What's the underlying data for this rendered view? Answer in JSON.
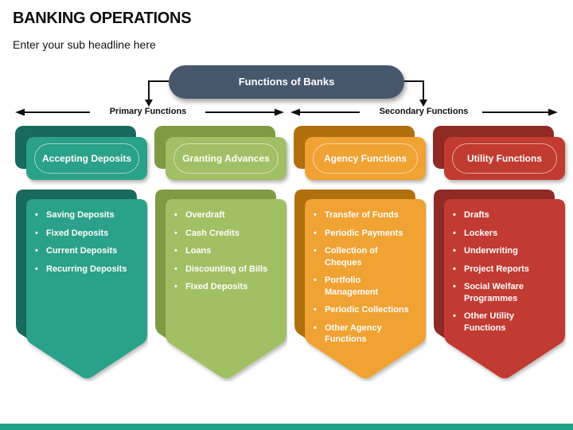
{
  "slide": {
    "title": "BANKING OPERATIONS",
    "subtitle": "Enter your sub headline here",
    "root": "Functions of Banks",
    "branches": {
      "primary": "Primary Functions",
      "secondary": "Secondary Functions"
    },
    "colors": {
      "root_pill": "#47586C",
      "accent_bar": "#21A287",
      "arrows": "#111111"
    }
  },
  "columns": [
    {
      "id": "accepting-deposits",
      "header": "Accepting Deposits",
      "colors": {
        "front": "#2AA189",
        "back": "#186A5C"
      },
      "items": [
        "Saving Deposits",
        "Fixed Deposits",
        "Current Deposits",
        "Recurring Deposits"
      ]
    },
    {
      "id": "granting-advances",
      "header": "Granting Advances",
      "colors": {
        "front": "#A1BF64",
        "back": "#7E9B43"
      },
      "items": [
        "Overdraft",
        "Cash Credits",
        "Loans",
        "Discounting of Bills",
        "Fixed Deposits"
      ]
    },
    {
      "id": "agency-functions",
      "header": "Agency Functions",
      "colors": {
        "front": "#F0A233",
        "back": "#B26F0E"
      },
      "items": [
        "Transfer of Funds",
        "Periodic Payments",
        "Collection of\nCheques",
        "Portfolio\nManagement",
        "Periodic Collections",
        "Other Agency\nFunctions"
      ]
    },
    {
      "id": "utility-functions",
      "header": "Utility Functions",
      "colors": {
        "front": "#C23B30",
        "back": "#8F2A25"
      },
      "items": [
        "Drafts",
        "Lockers",
        "Underwriting",
        "Project Reports",
        "Social Welfare\nProgrammes",
        "Other Utility\nFunctions"
      ]
    }
  ]
}
